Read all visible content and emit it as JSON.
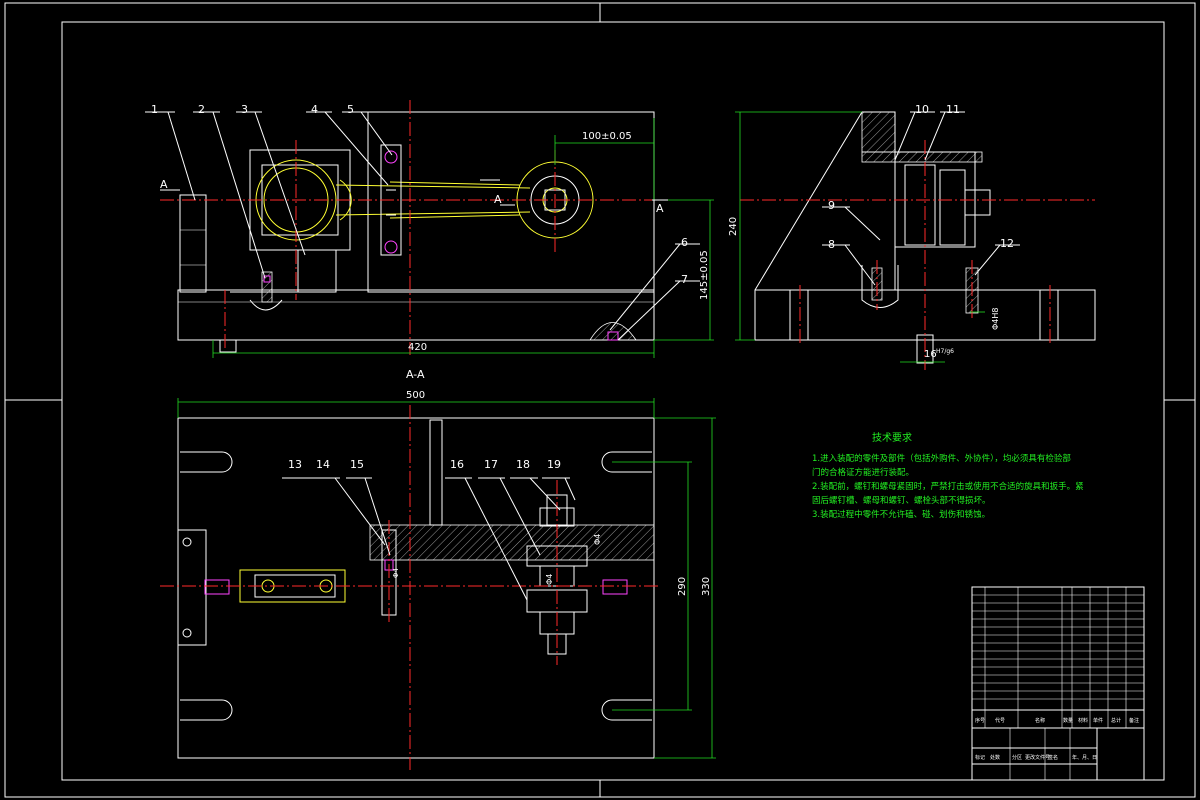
{
  "callouts": {
    "c1": "1",
    "c2": "2",
    "c3": "3",
    "c4": "4",
    "c5": "5",
    "c6": "6",
    "c7": "7",
    "c8": "8",
    "c9": "9",
    "c10": "10",
    "c11": "11",
    "c12": "12",
    "c13": "13",
    "c14": "14",
    "c15": "15",
    "c16": "16",
    "c17": "17",
    "c18": "18",
    "c19": "19"
  },
  "section_marks": {
    "a_left": "A",
    "a_right": "A",
    "a_mid": "A",
    "section_title": "A-A"
  },
  "dimensions": {
    "d100": "100±0.05",
    "d145": "145±0.05",
    "d240": "240",
    "d420": "420",
    "d500": "500",
    "d290": "290",
    "d330": "330",
    "d16": "16",
    "d16_tol": "H7/g6",
    "phi_small": "Φ4",
    "phi_right": "Φ4H8",
    "phi_mid": "Φ4",
    "phi_mid2": "Φ4"
  },
  "technical_requirements": {
    "title": "技术要求",
    "lines": [
      "1.进入装配的零件及部件（包括外购件、外协件），均必须具有检验部",
      "门的合格证方能进行装配。",
      "2.装配前，螺钉和螺母紧固时，严禁打击或使用不合适的旋具和扳手。紧",
      "固后螺钉槽、螺母和螺钉、螺栓头部不得损坏。",
      "3.装配过程中零件不允许磕、碰、划伤和锈蚀。"
    ]
  },
  "title_block": {
    "header": [
      "序号",
      "代号",
      "名称",
      "数量",
      "材料",
      "单件",
      "总计",
      "备注"
    ],
    "footer": [
      "标记",
      "处数",
      "分区",
      "更改文件号",
      "签名",
      "年、月、日"
    ]
  }
}
